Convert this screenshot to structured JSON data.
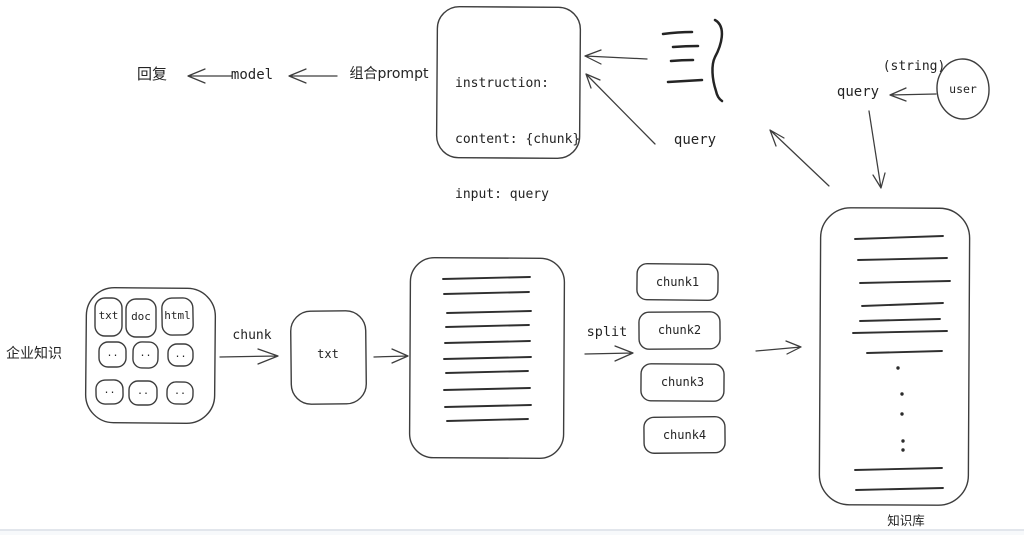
{
  "palette": {
    "background": "#ffffff",
    "stroke": "#3d3d3d",
    "text": "#242424",
    "footer_line": "#e2e6ec"
  },
  "answer_chain": {
    "reply": "回复",
    "model": "model",
    "compose_prompt": "组合prompt"
  },
  "prompt_box": {
    "line1": "instruction:",
    "line2": "content: {chunk}",
    "line3": "input: query"
  },
  "labels": {
    "query_to_prompt": "query",
    "string_annotation": "(string)",
    "query_from_user": "query",
    "user": "user",
    "chunk_arrow": "chunk",
    "split_arrow": "split"
  },
  "enterprise_knowledge": {
    "title": "企业知识",
    "grid": [
      [
        "txt",
        "doc",
        "html"
      ],
      [
        "..",
        "..",
        ".."
      ],
      [
        "..",
        "..",
        ".."
      ]
    ]
  },
  "txt_doc": {
    "label": "txt"
  },
  "chunks": {
    "items": [
      "chunk1",
      "chunk2",
      "chunk3",
      "chunk4"
    ]
  },
  "knowledge_base": {
    "title": "知识库"
  },
  "icons": {
    "retrieved_lines": "three-lines-with-brace-icon",
    "user_circle": "user-circle-icon"
  }
}
